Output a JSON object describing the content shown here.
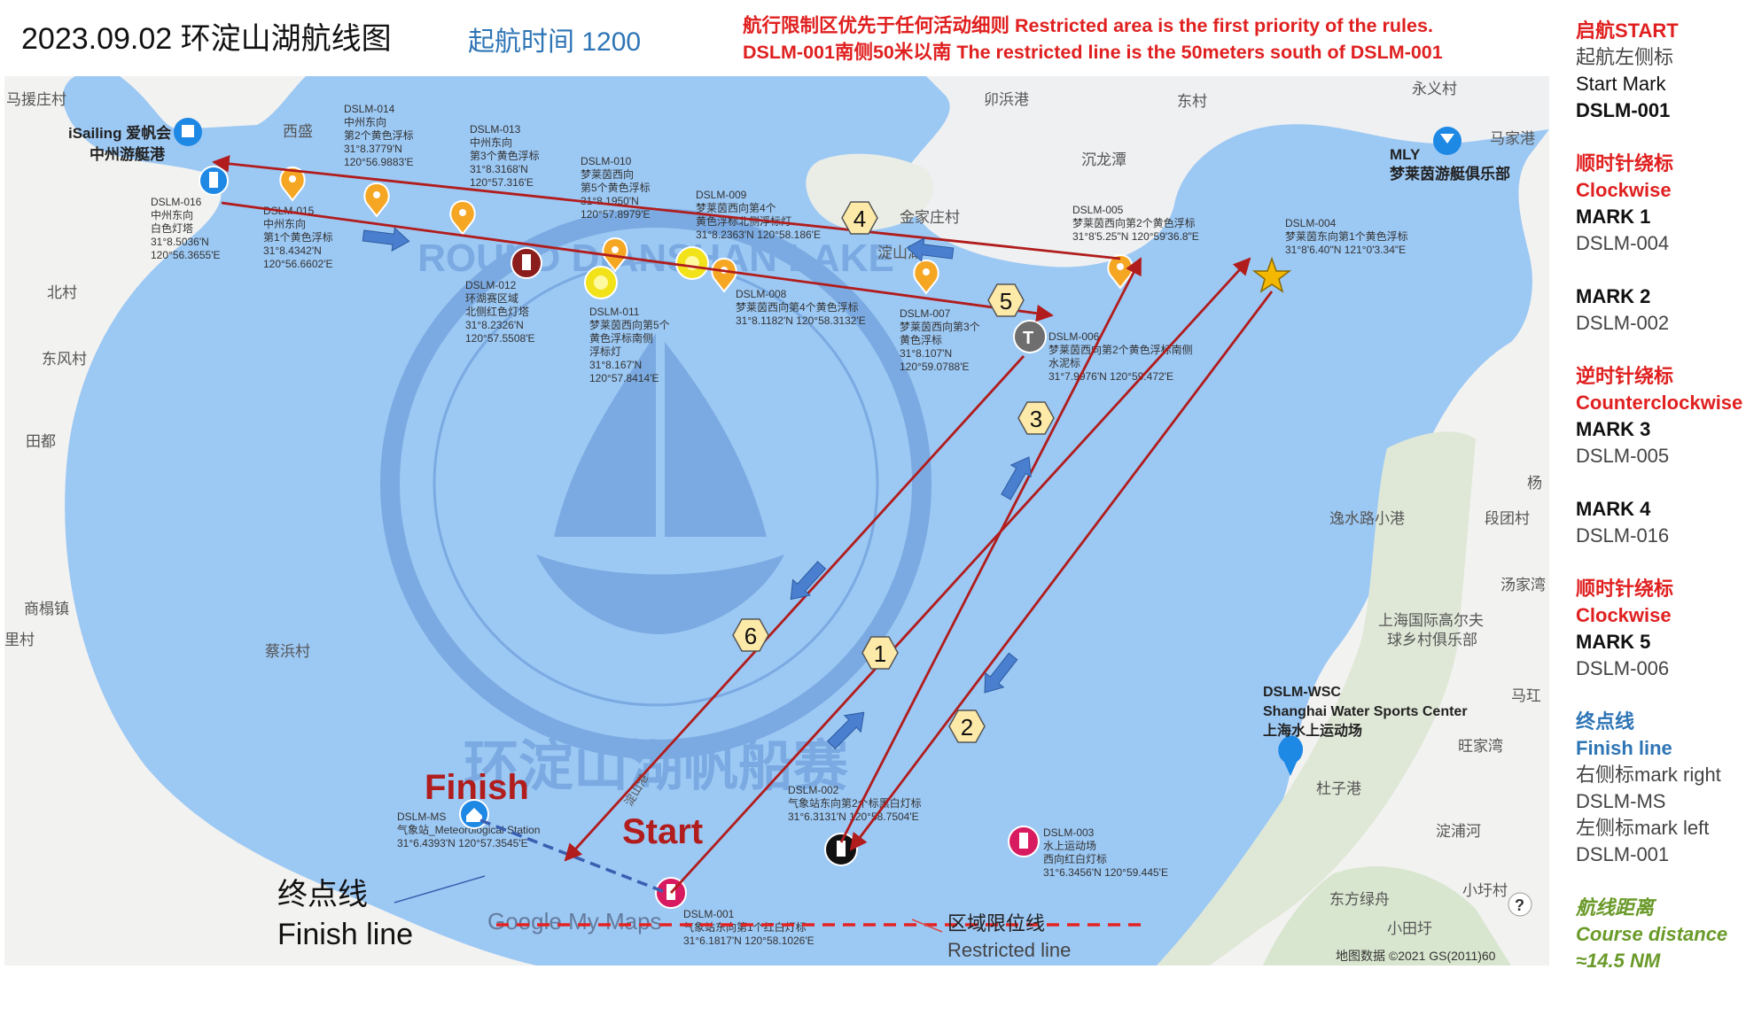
{
  "header": {
    "title": "2023.09.02 环淀山湖航线图",
    "start_time": "起航时间 1200",
    "notice_line1": "航行限制区优先于任何活动细则  Restricted area is the first priority of the rules.",
    "notice_line2": "DSLM-001南侧50米以南 The restricted line is the 50meters south of DSLM-001"
  },
  "legend": {
    "start_title": "启航START",
    "start_side": "起航左侧标",
    "start_mark": "Start Mark",
    "start_mark_id": "DSLM-001",
    "cw1_cn": "顺时针绕标",
    "cw1_en": "Clockwise",
    "mark1": "MARK 1",
    "mark1_id": "DSLM-004",
    "mark2": "MARK 2",
    "mark2_id": "DSLM-002",
    "ccw_cn": "逆时针绕标",
    "ccw_en": "Counterclockwise",
    "mark3": "MARK 3",
    "mark3_id": "DSLM-005",
    "mark4": "MARK 4",
    "mark4_id": "DSLM-016",
    "cw2_cn": "顺时针绕标",
    "cw2_en": "Clockwise",
    "mark5": "MARK 5",
    "mark5_id": "DSLM-006",
    "finish_cn": "终点线",
    "finish_en": "Finish line",
    "finish_right": "右侧标mark right",
    "finish_right_id": "DSLM-MS",
    "finish_left": "左侧标mark left",
    "finish_left_id": "DSLM-001",
    "distance_cn": "航线距离",
    "distance_en": "Course distance",
    "distance_val": "≈14.5 NM"
  },
  "map": {
    "place_names": {
      "mayuanzhuangcun": "马援庄村",
      "xisheng": "西盛",
      "maojinggang": "卯浜港",
      "dongcun": "东村",
      "yongyicun": "永义村",
      "majiagang": "马家港",
      "jinjiazhuangcun": "金家庄村",
      "pidian": "淀山湖",
      "yuanlongtan": "沉龙潭",
      "beicun": "北村",
      "dongfengcun": "东风村",
      "tiandu": "田都",
      "shangzhenzhen": "商榻镇",
      "lichun": "里村",
      "caibincun": "蔡浜村",
      "yishuilugang": "逸水路小港",
      "duantuncun": "段团村",
      "yang": "杨",
      "tangjiawan": "汤家湾",
      "golf": "上海国际高尔夫",
      "golf2": "球乡村俱乐部",
      "mahong": "马玒",
      "wangjiawan": "旺家湾",
      "duzigang": "杜子港",
      "taohe": "淀浦河",
      "dongfanglvzhou": "东方绿舟",
      "xiaotianpu": "小田圩",
      "xiaoyucun": "小圩村",
      "dianshangang": "淀山港",
      "copyright": "地图数据 ©2021 GS(2011)60"
    },
    "pois": {
      "isailing": "iSailing 爱帆会",
      "zhongzhou": "中州游艇港",
      "mly": "MLY",
      "mly_cn": "梦莱茵游艇俱乐部",
      "wsc_id": "DSLM-WSC",
      "wsc_en": "Shanghai Water Sports Center",
      "wsc_cn": "上海水上运动场",
      "logo": "Google My Maps"
    },
    "marks": {
      "m016": [
        "DSLM-016",
        "中州东向",
        "白色灯塔",
        "31°8.5036'N",
        "120°56.3655'E"
      ],
      "m015": [
        "DSLM-015",
        "中州东向",
        "第1个黄色浮标",
        "31°8.4342'N",
        "120°56.6602'E"
      ],
      "m014": [
        "DSLM-014",
        "中州东向",
        "第2个黄色浮标",
        "31°8.3779'N",
        "120°56.9883'E"
      ],
      "m013": [
        "DSLM-013",
        "中州东向",
        "第3个黄色浮标",
        "31°8.3168'N",
        "120°57.316'E"
      ],
      "m012": [
        "DSLM-012",
        "环湖赛区域",
        "北侧红色灯塔",
        "31°8.2326'N",
        "120°57.5508'E"
      ],
      "m010": [
        "DSLM-010",
        "梦莱茵西向",
        "第5个黄色浮标",
        "31°8.1950'N",
        "120°57.8979'E"
      ],
      "m011": [
        "DSLM-011",
        "梦莱茵西向第5个",
        "黄色浮标南侧",
        "浮标灯",
        "31°8.167'N",
        "120°57.8414'E"
      ],
      "m009": [
        "DSLM-009",
        "梦莱茵西向第4个",
        "黄色浮标北侧浮标灯",
        "31°8.2363'N 120°58.186'E"
      ],
      "m008": [
        "DSLM-008",
        "梦莱茵西向第4个黄色浮标",
        "31°8.1182'N 120°58.3132'E"
      ],
      "m007": [
        "DSLM-007",
        "梦莱茵西向第3个",
        "黄色浮标",
        "31°8.107'N",
        "120°59.0788'E"
      ],
      "m006": [
        "DSLM-006",
        "梦莱茵西向第2个黄色浮标南侧",
        "水泥标",
        "31°7.9976'N 120°59.472'E"
      ],
      "m005": [
        "DSLM-005",
        "梦莱茵西向第2个黄色浮标",
        "31°8'5.25\"N 120°59'36.8\"E"
      ],
      "m004": [
        "DSLM-004",
        "梦莱茵东向第1个黄色浮标",
        "31°8'6.40\"N 121°0'3.34\"E"
      ],
      "m002": [
        "DSLM-002",
        "气象站东向第2个标黑白灯标",
        "31°6.3131'N 120°58.7504'E"
      ],
      "m003": [
        "DSLM-003",
        "水上运动场",
        "西向红白灯标",
        "31°6.3456'N 120°59.445'E"
      ],
      "m001": [
        "DSLM-001",
        "气象站东向第1个红白灯标",
        "31°6.1817'N 120°58.1026'E"
      ],
      "mms": [
        "DSLM-MS",
        "气象站_Meteorological Station",
        "31°6.4393'N 120°57.3545'E"
      ]
    },
    "leg_labels": [
      "1",
      "2",
      "3",
      "4",
      "5",
      "6"
    ],
    "finish_label": "Finish",
    "start_label": "Start",
    "finish_cn": "终点线",
    "finish_en": "Finish line",
    "restricted_cn": "区域限位线",
    "restricted_en": "Restricted line",
    "watermark_en": "ROUND DIANSHAN LAKE",
    "watermark_cn": "环淀山湖帆船赛"
  },
  "colors": {
    "water": "#9cc8f4",
    "land": "#f2f2f0",
    "route": "#b11c1c",
    "arrow": "#4a7fcf",
    "restricted": "#e52222",
    "finish_line": "#3b5fb0",
    "title_blue": "#2e75b6",
    "notice_red": "#e02020"
  }
}
